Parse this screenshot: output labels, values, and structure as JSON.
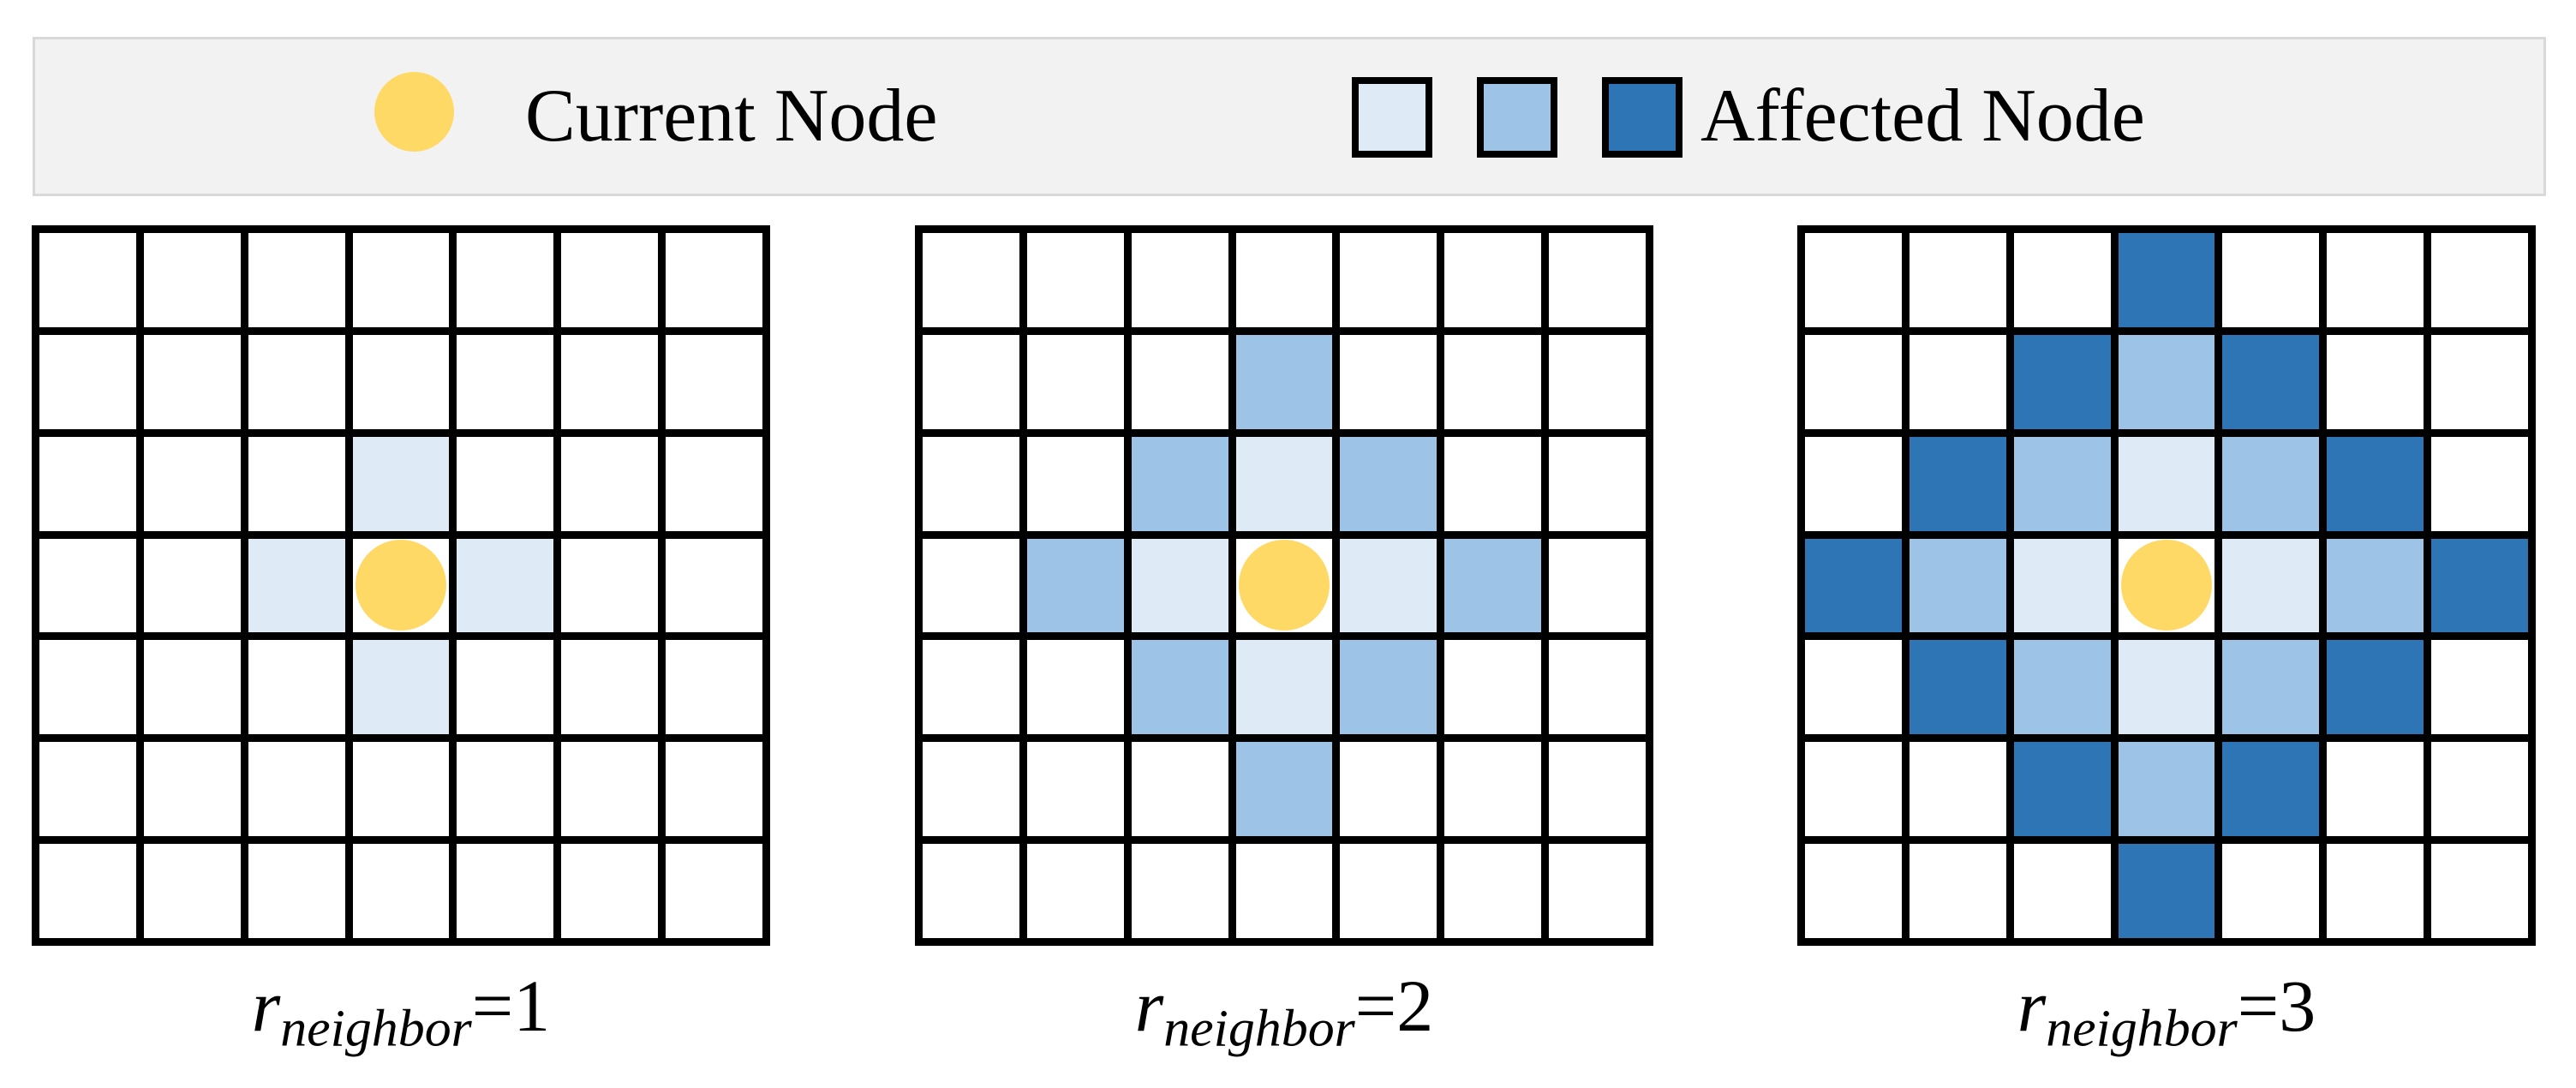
{
  "legend": {
    "current_node_label": "Current Node",
    "affected_node_label": "Affected Node",
    "current_node_color": "#FFD966",
    "affected_colors": [
      "#DEEBF7",
      "#9DC3E6",
      "#2E75B6"
    ]
  },
  "colors": {
    "grid_line": "#000000",
    "cell_background": "#FFFFFF",
    "legend_background": "#F2F2F2",
    "legend_border": "#D9D9D9"
  },
  "panels": [
    {
      "name": "r-neighbor-1",
      "radius": 1,
      "label": {
        "symbol": "r",
        "subscript": "neighbor",
        "equals": "=1"
      },
      "grid": [
        [
          0,
          0,
          0,
          0,
          0,
          0,
          0
        ],
        [
          0,
          0,
          0,
          0,
          0,
          0,
          0
        ],
        [
          0,
          0,
          0,
          1,
          0,
          0,
          0
        ],
        [
          0,
          0,
          1,
          "C",
          1,
          0,
          0
        ],
        [
          0,
          0,
          0,
          1,
          0,
          0,
          0
        ],
        [
          0,
          0,
          0,
          0,
          0,
          0,
          0
        ],
        [
          0,
          0,
          0,
          0,
          0,
          0,
          0
        ]
      ]
    },
    {
      "name": "r-neighbor-2",
      "radius": 2,
      "label": {
        "symbol": "r",
        "subscript": "neighbor",
        "equals": "=2"
      },
      "grid": [
        [
          0,
          0,
          0,
          0,
          0,
          0,
          0
        ],
        [
          0,
          0,
          0,
          2,
          0,
          0,
          0
        ],
        [
          0,
          0,
          2,
          1,
          2,
          0,
          0
        ],
        [
          0,
          2,
          1,
          "C",
          1,
          2,
          0
        ],
        [
          0,
          0,
          2,
          1,
          2,
          0,
          0
        ],
        [
          0,
          0,
          0,
          2,
          0,
          0,
          0
        ],
        [
          0,
          0,
          0,
          0,
          0,
          0,
          0
        ]
      ]
    },
    {
      "name": "r-neighbor-3",
      "radius": 3,
      "label": {
        "symbol": "r",
        "subscript": "neighbor",
        "equals": "=3"
      },
      "grid": [
        [
          0,
          0,
          0,
          3,
          0,
          0,
          0
        ],
        [
          0,
          0,
          3,
          2,
          3,
          0,
          0
        ],
        [
          0,
          3,
          2,
          1,
          2,
          3,
          0
        ],
        [
          3,
          2,
          1,
          "C",
          1,
          2,
          3
        ],
        [
          0,
          3,
          2,
          1,
          2,
          3,
          0
        ],
        [
          0,
          0,
          3,
          2,
          3,
          0,
          0
        ],
        [
          0,
          0,
          0,
          3,
          0,
          0,
          0
        ]
      ]
    }
  ]
}
